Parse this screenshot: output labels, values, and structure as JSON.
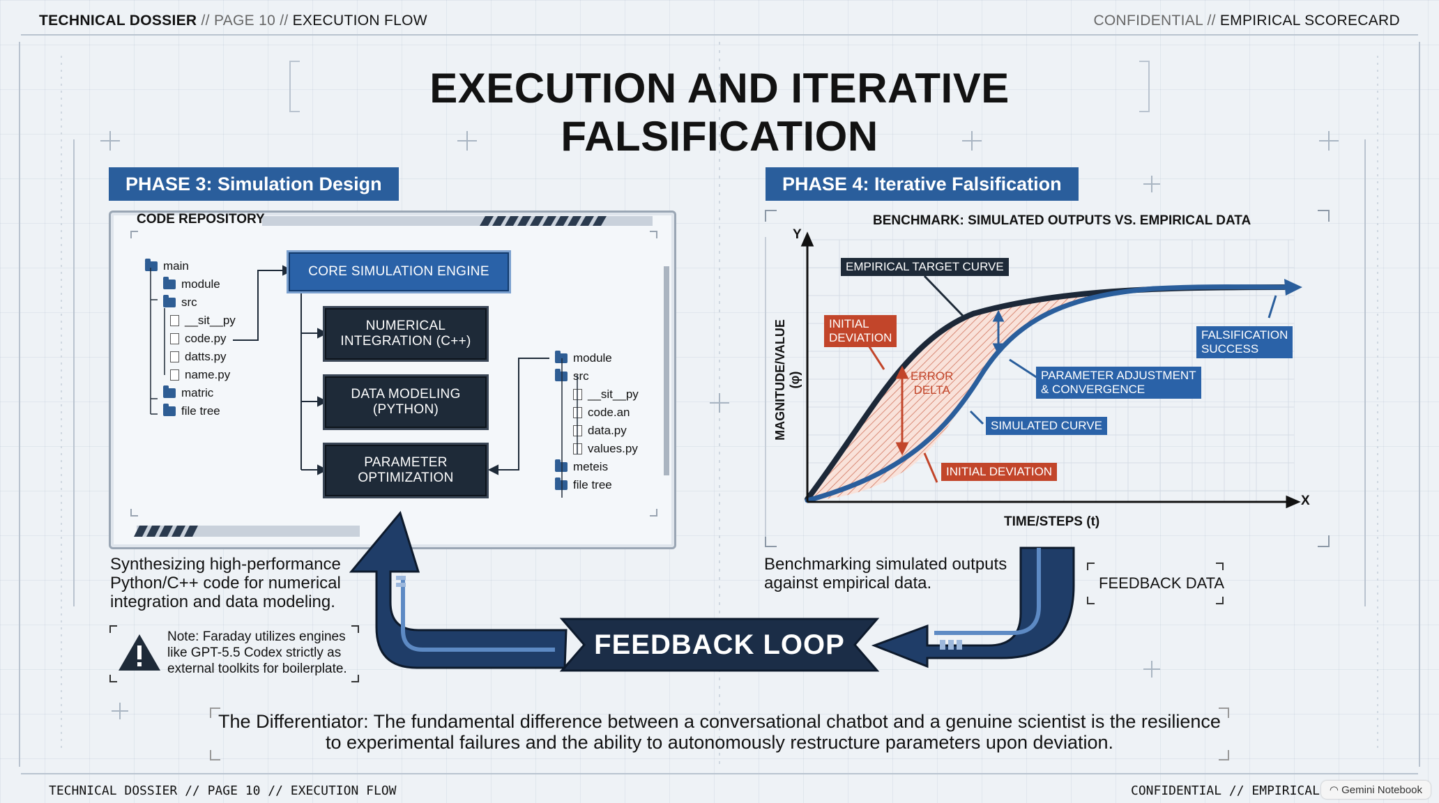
{
  "header": {
    "left_bold": "TECHNICAL DOSSIER",
    "left_page": "PAGE 10",
    "left_section": "EXECUTION FLOW",
    "right_light": "CONFIDENTIAL",
    "right_dark": "EMPIRICAL SCORECARD",
    "separator": "//"
  },
  "title": "EXECUTION AND ITERATIVE FALSIFICATION",
  "phase3": {
    "tab": "PHASE 3: Simulation Design",
    "repo_label": "CODE REPOSITORY",
    "tree_left": [
      {
        "name": "main",
        "kind": "folder"
      },
      {
        "name": "module",
        "kind": "folder"
      },
      {
        "name": "src",
        "kind": "folder"
      },
      {
        "name": "__sit__py",
        "kind": "file"
      },
      {
        "name": "code.py",
        "kind": "file"
      },
      {
        "name": "datts.py",
        "kind": "file"
      },
      {
        "name": "name.py",
        "kind": "file"
      },
      {
        "name": "matric",
        "kind": "folder"
      },
      {
        "name": "file tree",
        "kind": "folder"
      }
    ],
    "tree_right": [
      {
        "name": "module",
        "kind": "folder"
      },
      {
        "name": "src",
        "kind": "folder"
      },
      {
        "name": "__sit__py",
        "kind": "file"
      },
      {
        "name": "code.an",
        "kind": "file"
      },
      {
        "name": "data.py",
        "kind": "file"
      },
      {
        "name": "values.py",
        "kind": "file"
      },
      {
        "name": "meteis",
        "kind": "folder"
      },
      {
        "name": "file tree",
        "kind": "folder"
      }
    ],
    "core_engine": "CORE SIMULATION ENGINE",
    "box1_line1": "NUMERICAL",
    "box1_line2": "INTEGRATION (C++)",
    "box2_line1": "DATA MODELING",
    "box2_line2": "(PYTHON)",
    "box3_line1": "PARAMETER",
    "box3_line2": "OPTIMIZATION",
    "caption_l1": "Synthesizing high-performance",
    "caption_l2": "Python/C++ code for numerical",
    "caption_l3": "integration and data modeling.",
    "note_l1": "Note: Faraday utilizes engines",
    "note_l2": "like GPT-5.5 Codex strictly as",
    "note_l3": "external toolkits for boilerplate."
  },
  "phase4": {
    "tab": "PHASE 4: Iterative Falsification",
    "chart_title": "BENCHMARK: SIMULATED OUTPUTS VS. EMPIRICAL DATA",
    "label_empirical": "EMPIRICAL TARGET CURVE",
    "label_initial_dev_l1": "INITIAL",
    "label_initial_dev_l2": "DEVIATION",
    "label_error_l1": "ERROR",
    "label_error_l2": "DELTA",
    "label_param_l1": "PARAMETER ADJUSTMENT",
    "label_param_l2": "& CONVERGENCE",
    "label_simulated": "SIMULATED CURVE",
    "label_initial_dev_bottom": "INITIAL DEVIATION",
    "label_falsif_l1": "FALSIFICATION",
    "label_falsif_l2": "SUCCESS",
    "caption_l1": "Benchmarking simulated outputs",
    "caption_l2": "against empirical data.",
    "feedback_data": "FEEDBACK DATA"
  },
  "chart_data": {
    "type": "line",
    "title": "BENCHMARK: SIMULATED OUTPUTS VS. EMPIRICAL DATA",
    "xlabel": "TIME/STEPS (t)",
    "ylabel": "MAGNITUDE/VALUE (φ)",
    "x_axis_letter": "X",
    "y_axis_letter": "Y",
    "series": [
      {
        "name": "EMPIRICAL TARGET CURVE",
        "color": "#1c2838"
      },
      {
        "name": "SIMULATED CURVE",
        "color": "#2a5e9c"
      }
    ],
    "grid": true
  },
  "feedback_loop": "FEEDBACK LOOP",
  "differentiator_l1": "The Differentiator: The fundamental difference between a conversational chatbot and a genuine scientist is the resilience",
  "differentiator_l2": "to experimental failures and the ability to autonomously restructure parameters upon deviation.",
  "footer": {
    "left": "TECHNICAL DOSSIER // PAGE 10 // EXECUTION FLOW",
    "right": "CONFIDENTIAL // EMPIRICAL",
    "badge": "Gemini Notebook"
  },
  "colors": {
    "accent_blue": "#2a5e9c",
    "dark_navy": "#1e2a38",
    "deviation_red": "#c2452a",
    "background": "#eef2f6"
  }
}
